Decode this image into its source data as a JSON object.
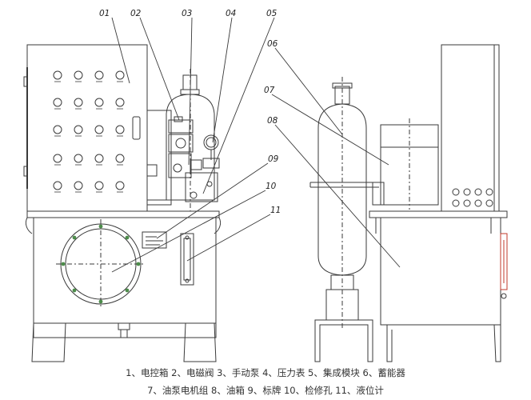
{
  "diagram": {
    "callouts": [
      "01",
      "02",
      "03",
      "04",
      "05",
      "06",
      "07",
      "08",
      "09",
      "10",
      "11"
    ],
    "caption_line1": "1、电控箱 2、电磁阀 3、手动泵 4、压力表 5、集成模块 6、蓄能器",
    "caption_line2": "7、油泵电机组 8、油箱 9、标牌 10、检修孔 11、液位计"
  },
  "colors": {
    "line": "#3a3a3a",
    "accent_green": "#4c8c4a",
    "accent_red": "#c0392b"
  }
}
